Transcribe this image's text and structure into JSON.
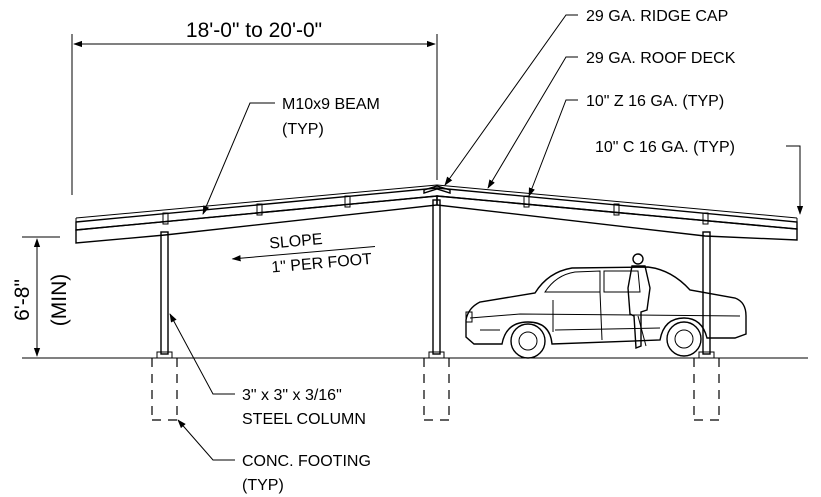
{
  "dimensions": {
    "span": "18'-0\" to 20'-0\"",
    "clearance_top": "6'-8\"",
    "clearance_bottom": "(MIN)"
  },
  "callouts": {
    "ridge_cap": "29 GA. RIDGE CAP",
    "roof_deck": "29 GA. ROOF DECK",
    "z_purlin": "10\" Z 16 GA. (TYP)",
    "c_purlin": "10\" C 16 GA. (TYP)",
    "beam_line1": "M10x9 BEAM",
    "beam_line2": "(TYP)",
    "column_line1": "3\" x 3\" x 3/16\"",
    "column_line2": "STEEL COLUMN",
    "footing_line1": "CONC. FOOTING",
    "footing_line2": "(TYP)"
  },
  "slope": {
    "line1": "SLOPE",
    "line2": "1\" PER FOOT"
  }
}
